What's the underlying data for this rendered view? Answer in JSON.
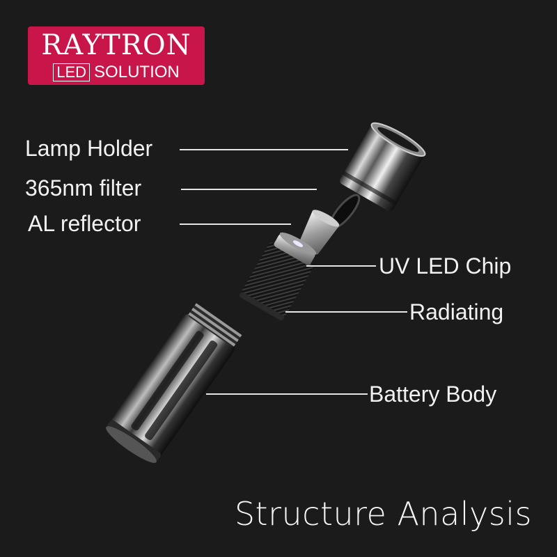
{
  "brand": {
    "name": "RAYTRON",
    "badge": "LED",
    "tagline": "SOLUTION",
    "color": "#c8164a"
  },
  "parts": {
    "lamp_holder": "Lamp  Holder",
    "filter": "365nm filter",
    "reflector": "AL reflector",
    "uv_led_chip": "UV LED Chip",
    "radiating": "Radiating",
    "battery_body": "Battery Body"
  },
  "caption": "Structure Analysis"
}
